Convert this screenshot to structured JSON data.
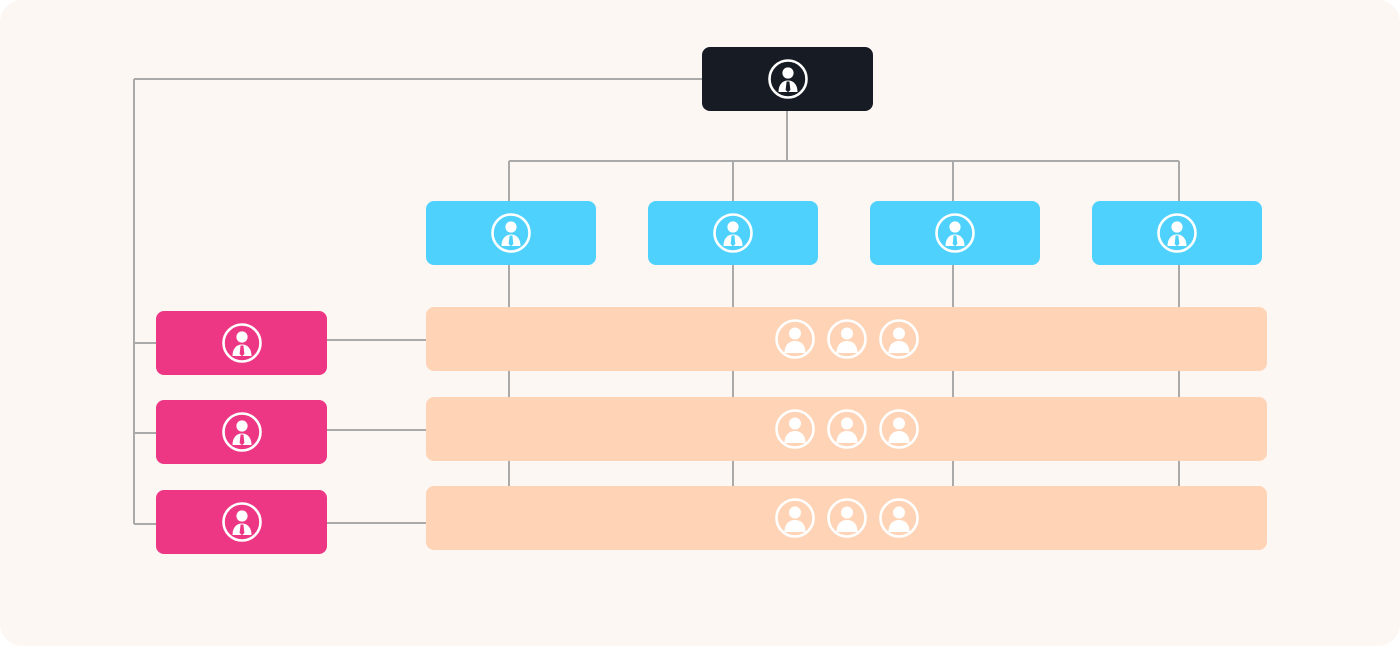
{
  "colors": {
    "background": "#fdf7f3",
    "line": "#aaaaaa",
    "executive": "#161b24",
    "functional": "#4ed2fd",
    "project": "#ee3784",
    "team": "#ffd4b6",
    "icon": "#ffffff"
  },
  "icons": {
    "manager": "manager-icon",
    "member": "team-member-icon"
  },
  "structure": {
    "executive_count": 1,
    "functional_managers": 4,
    "project_managers": 3,
    "members_per_team": 3
  }
}
